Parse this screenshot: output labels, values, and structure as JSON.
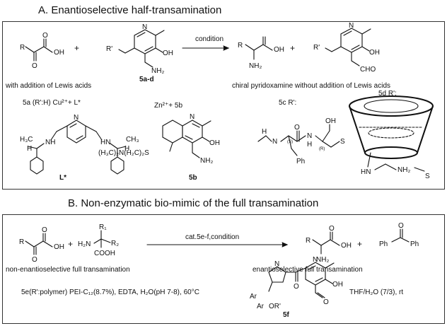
{
  "panel_a": {
    "title": "A. Enantioselective half-transamination",
    "arrow_label": "condition",
    "reagent_label": "5a-d",
    "note_left": "with addition of Lewis acids",
    "note_right": "chiral pyridoxamine without addition of Lewis acids",
    "item_5a": "5a (R':H)  Cu²⁺+ L*",
    "item_zn": "Zn²⁺+  5b",
    "item_5c": "5c R':",
    "item_5d": "5d R':",
    "ligand_label": "L*",
    "compound_5b_label": "5b",
    "chain_label": "(H₃C)₂N(H₂C)₂S",
    "atoms": {
      "R": "R",
      "OH": "OH",
      "O": "O",
      "N": "N",
      "NH2": "NH₂",
      "Rp": "R'",
      "CHO": "CHO",
      "plus": "+",
      "H3C": "H₃C",
      "CH3": "CH₃",
      "NH": "NH",
      "HN": "HN",
      "H": "H",
      "Ph": "Ph",
      "S_tag": "(S)",
      "R_tag": "(R)",
      "S": "S"
    }
  },
  "panel_b": {
    "title": "B. Non-enzymatic bio-mimic of the full transamination",
    "arrow_label": "cat.5e-f,condition",
    "note_left": "non-enantioselective full transamination",
    "note_right": "enantioselective full transamination",
    "cond_5e": "5e(R':polymer)  PEI-C₁₂(8.7%), EDTA, H₂O(pH 7-8), 60°C",
    "cond_5f": "THF/H₂O (7/3), rt",
    "compound_5f_label": "5f",
    "atoms": {
      "R": "R",
      "OH": "OH",
      "O": "O",
      "H2N": "H₂N",
      "R1": "R₁",
      "R2": "R₂",
      "COOH": "COOH",
      "NH2": "NH₂",
      "Ph": "Ph",
      "N": "N",
      "Ar": "Ar",
      "ORp": "OR'",
      "plus": "+"
    }
  }
}
